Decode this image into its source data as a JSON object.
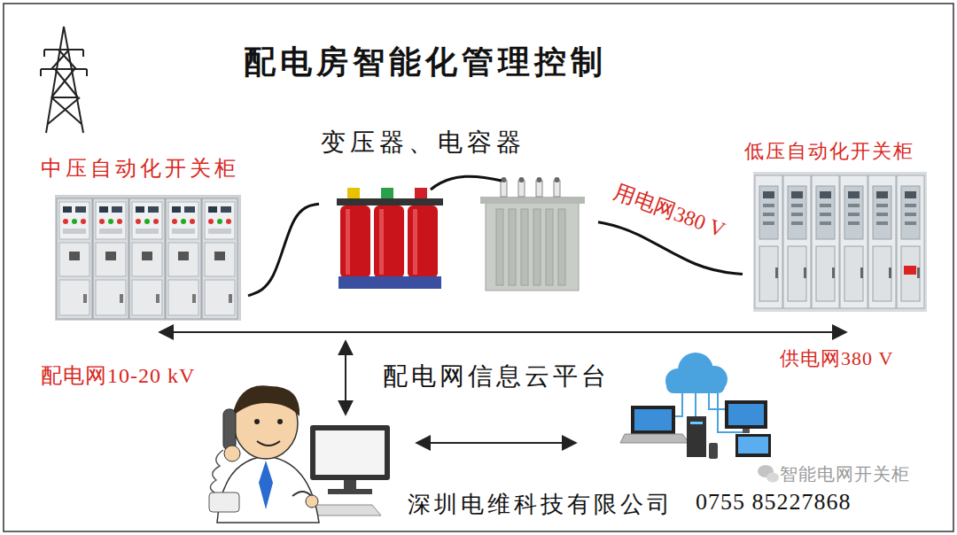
{
  "diagram": {
    "title": "配电房智能化管理控制",
    "nodes": [
      {
        "text": [
          "中压自动化开关柜"
        ]
      },
      {
        "text": [
          "变压器、电容器"
        ]
      },
      {
        "text": [
          "低压自动化开关柜"
        ]
      }
    ],
    "edges": [
      {
        "from": 0,
        "to": 1,
        "arrow": "none"
      },
      {
        "from": 1,
        "to": 2,
        "label": "用电网380 V",
        "arrow": "none"
      }
    ],
    "labels": [
      "配电网10-20 kV",
      "供电网380 V",
      "配电网信息云平台",
      "深圳电维科技有限公司",
      "0755 85227868",
      "智能电网开关柜"
    ]
  }
}
